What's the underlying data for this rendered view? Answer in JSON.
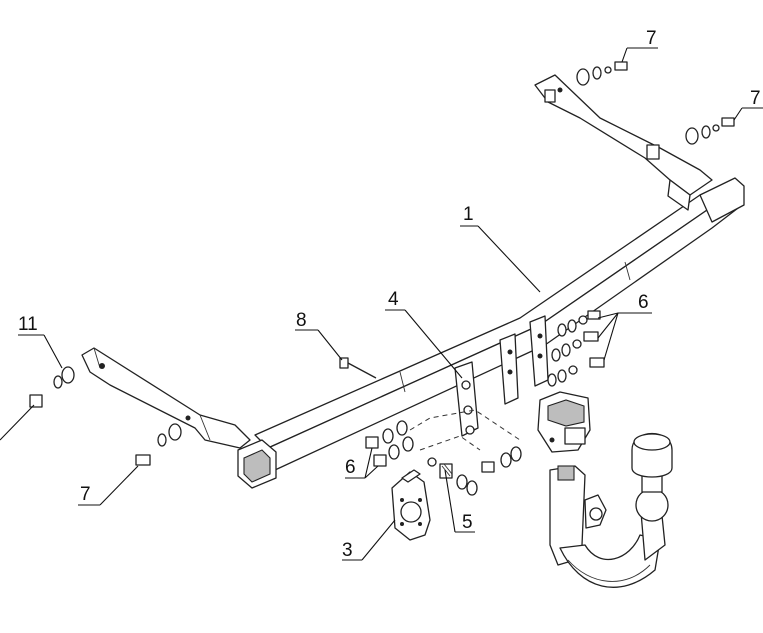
{
  "callouts": {
    "c1": "1",
    "c3": "3",
    "c4": "4",
    "c5": "5",
    "c6a": "6",
    "c6b": "6",
    "c7a": "7",
    "c7b": "7",
    "c7c": "7",
    "c8": "8",
    "c11": "11"
  }
}
